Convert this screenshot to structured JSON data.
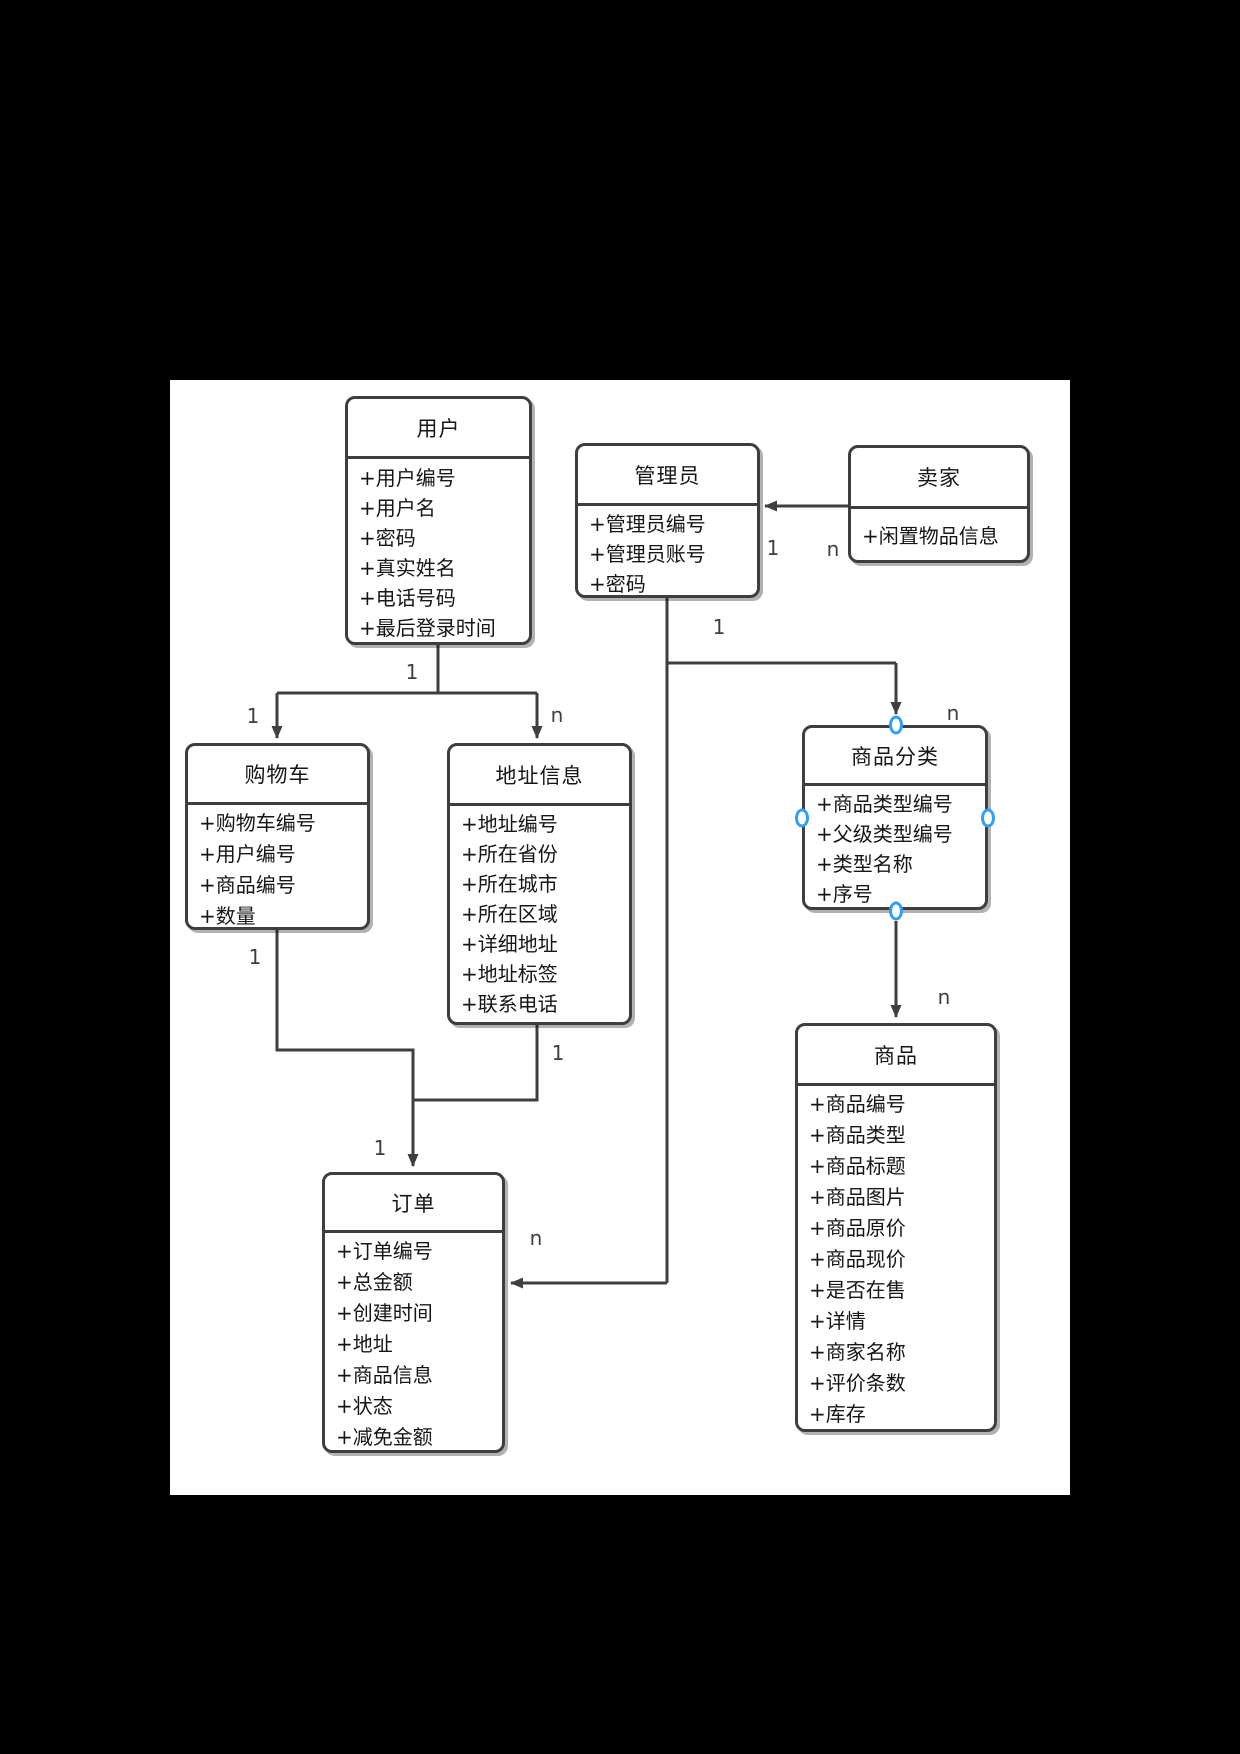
{
  "colors": {
    "background": "#000000",
    "page_fill": "#ffffff",
    "line_dark": "#3f3f3f",
    "anchor_blue": "#2fa0f5"
  },
  "entities": {
    "user": {
      "title": "用户",
      "attributes": [
        "+用户编号",
        "+用户名",
        "+密码",
        "+真实姓名",
        "+电话号码",
        "+最后登录时间"
      ]
    },
    "admin": {
      "title": "管理员",
      "attributes": [
        "+管理员编号",
        "+管理员账号",
        "+密码"
      ]
    },
    "seller": {
      "title": "卖家",
      "attributes": [
        "+闲置物品信息"
      ]
    },
    "cart": {
      "title": "购物车",
      "attributes": [
        "+购物车编号",
        "+用户编号",
        "+商品编号",
        "+数量"
      ]
    },
    "address": {
      "title": "地址信息",
      "attributes": [
        "+地址编号",
        "+所在省份",
        "+所在城市",
        "+所在区域",
        "+详细地址",
        "+地址标签",
        "+联系电话"
      ]
    },
    "category": {
      "title": "商品分类",
      "attributes": [
        "+商品类型编号",
        "+父级类型编号",
        "+类型名称",
        "+序号"
      ]
    },
    "product": {
      "title": "商品",
      "attributes": [
        "+商品编号",
        "+商品类型",
        "+商品标题",
        "+商品图片",
        "+商品原价",
        "+商品现价",
        "+是否在售",
        "+详情",
        "+商家名称",
        "+评价条数",
        "+库存"
      ]
    },
    "order": {
      "title": "订单",
      "attributes": [
        "+订单编号",
        "+总金额",
        "+创建时间",
        "+地址",
        "+商品信息",
        "+状态",
        "+减免金额"
      ]
    }
  },
  "multiplicity_labels": {
    "seller_admin_one": "1",
    "seller_admin_n": "n",
    "user_split_one": "1",
    "cart_in_one": "1",
    "address_in_n": "n",
    "admin_branch_one": "1",
    "category_in_n": "n",
    "product_in_n": "n",
    "cart_out_one": "1",
    "address_out_one": "1",
    "order_in_one": "1",
    "order_in_n": "n"
  },
  "relationships": [
    {
      "from": "卖家",
      "to": "管理员",
      "from_label": "n",
      "to_label": "1"
    },
    {
      "from": "用户",
      "to": "购物车",
      "from_label": "1",
      "to_label": "1"
    },
    {
      "from": "用户",
      "to": "地址信息",
      "from_label": "1",
      "to_label": "n"
    },
    {
      "from": "管理员",
      "to": "商品分类",
      "from_label": "1",
      "to_label": "n"
    },
    {
      "from": "管理员",
      "to": "订单",
      "from_label": "1",
      "to_label": "n"
    },
    {
      "from": "商品分类",
      "to": "商品",
      "from_label": "",
      "to_label": "n"
    },
    {
      "from": "购物车",
      "to": "订单",
      "from_label": "1",
      "to_label": "1"
    },
    {
      "from": "地址信息",
      "to": "订单",
      "from_label": "1",
      "to_label": "1"
    }
  ]
}
